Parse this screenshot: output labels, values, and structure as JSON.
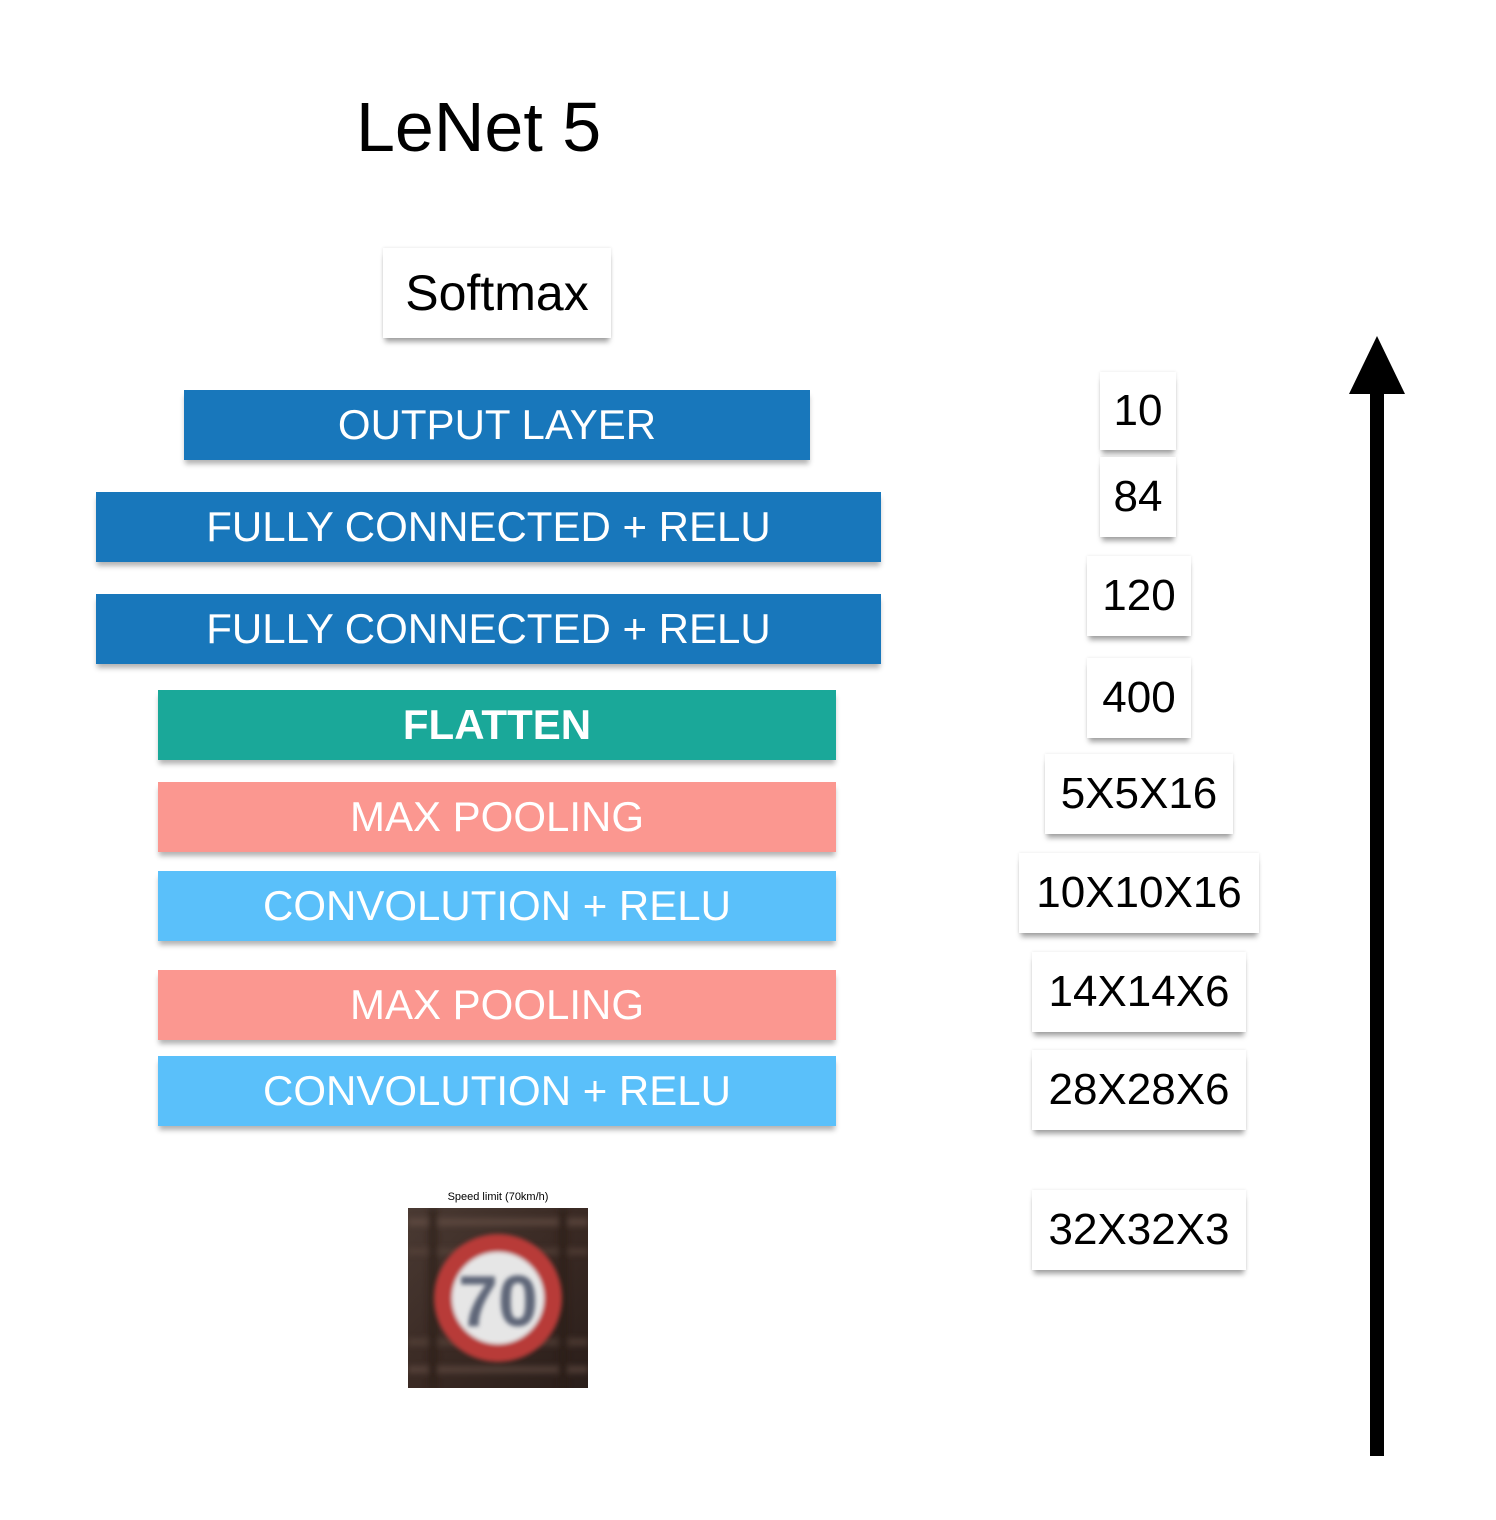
{
  "title": "LeNet 5",
  "softmax_label": "Softmax",
  "layers": [
    {
      "label": "OUTPUT LAYER",
      "color": "#1877bb",
      "kind": "output"
    },
    {
      "label": "FULLY CONNECTED + RELU",
      "color": "#1877bb",
      "kind": "fully-connected"
    },
    {
      "label": "FULLY CONNECTED + RELU",
      "color": "#1877bb",
      "kind": "fully-connected"
    },
    {
      "label": "FLATTEN",
      "color": "#1aa899",
      "kind": "flatten"
    },
    {
      "label": "MAX POOLING",
      "color": "#fb9790",
      "kind": "max-pooling"
    },
    {
      "label": "CONVOLUTION + RELU",
      "color": "#5ac0fa",
      "kind": "convolution"
    },
    {
      "label": "MAX POOLING",
      "color": "#fb9790",
      "kind": "max-pooling"
    },
    {
      "label": "CONVOLUTION + RELU",
      "color": "#5ac0fa",
      "kind": "convolution"
    }
  ],
  "dimensions": [
    "10",
    "84",
    "120",
    "400",
    "5X5X16",
    "10X10X16",
    "14X14X6",
    "28X28X6",
    "32X32X3"
  ],
  "input": {
    "caption": "Speed limit (70km/h)",
    "sign_text": "70"
  },
  "arrow_direction": "up"
}
